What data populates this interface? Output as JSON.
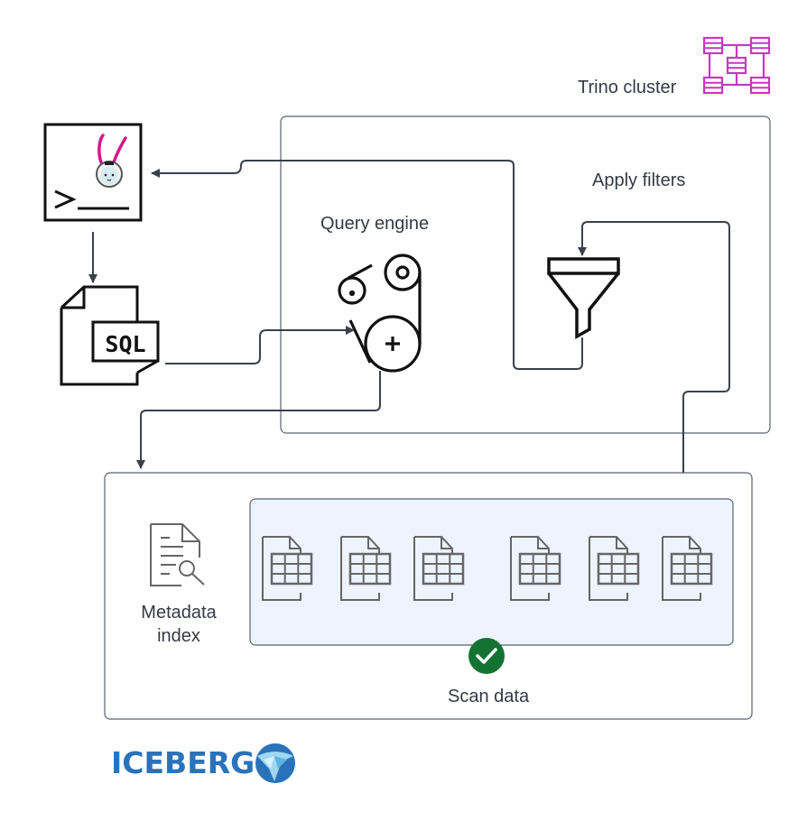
{
  "diagram": {
    "cluster": {
      "label": "Trino cluster",
      "icon": "cluster-icon",
      "icon_color": "#c837c2"
    },
    "nodes": {
      "cli": {
        "icon": "terminal-bunny-icon"
      },
      "sql_file": {
        "icon": "sql-file-icon",
        "badge_text": "SQL"
      },
      "query_engine": {
        "label": "Query engine",
        "icon": "gears-icon"
      },
      "apply_filters": {
        "label": "Apply filters",
        "icon": "funnel-icon"
      },
      "metadata_index": {
        "label_line1": "Metadata",
        "label_line2": "index",
        "icon": "document-search-icon"
      },
      "scan_data": {
        "label": "Scan data",
        "icon": "check-circle-icon",
        "check_color": "#137333",
        "panel_fill": "#edf4fe"
      },
      "data_files": {
        "count": 6,
        "icon": "table-file-icon"
      }
    },
    "edges": [
      {
        "from": "cli",
        "to": "sql_file"
      },
      {
        "from": "sql_file",
        "to": "query_engine"
      },
      {
        "from": "query_engine",
        "to": "metadata_index"
      },
      {
        "from": "scan_data",
        "to": "apply_filters"
      },
      {
        "from": "apply_filters",
        "to": "cli"
      }
    ],
    "logo": {
      "text": "ICEBERG",
      "color": "#2a73ba"
    },
    "colors": {
      "line": "#3a414d",
      "border": "#5b6270",
      "icon_gray": "#666666"
    }
  }
}
